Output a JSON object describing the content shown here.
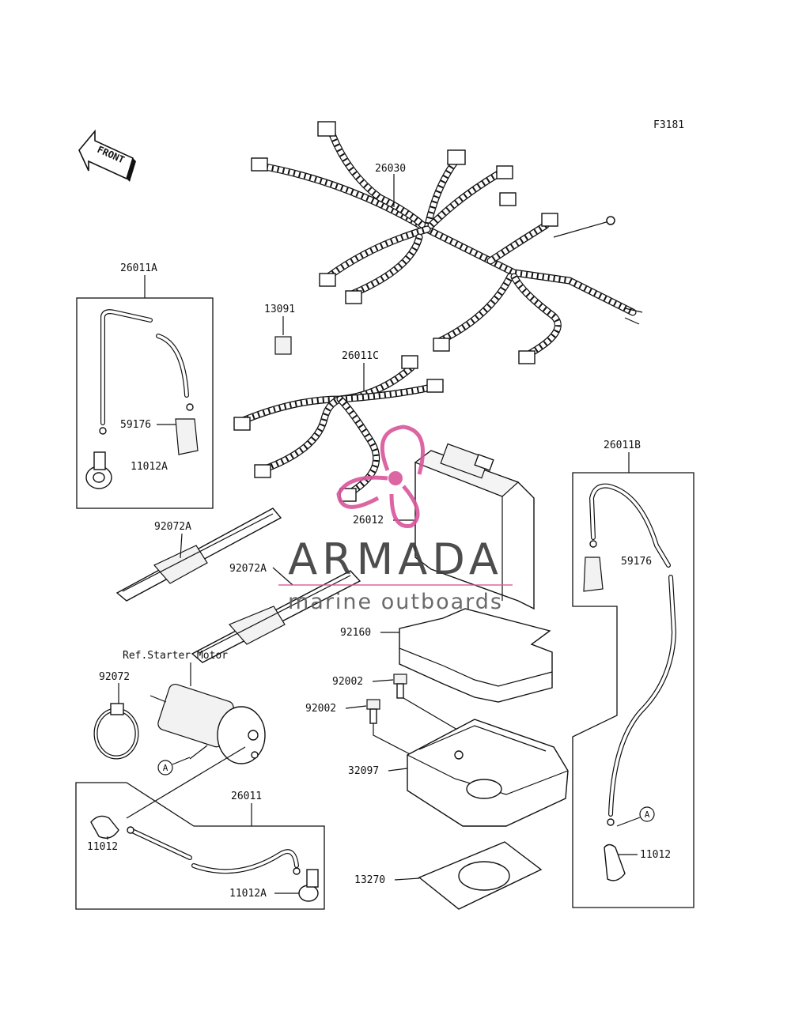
{
  "diagram": {
    "figure_code": "F3181",
    "front_marker": "FRONT",
    "reference_note": "Ref.Starter Motor",
    "callout_marker": "A",
    "parts": {
      "p26030": "26030",
      "p26011A": "26011A",
      "p13091": "13091",
      "p26011C": "26011C",
      "p59176_left": "59176",
      "p11012A_left": "11012A",
      "p26012": "26012",
      "p26011B": "26011B",
      "p59176_right": "59176",
      "p92072A_1": "92072A",
      "p92072A_2": "92072A",
      "p92160": "92160",
      "p92002_1": "92002",
      "p92002_2": "92002",
      "p92072": "92072",
      "p32097": "32097",
      "p26011": "26011",
      "p11012_left": "11012",
      "p11012A_bottom": "11012A",
      "p13270": "13270",
      "p11012_right": "11012"
    }
  },
  "watermark": {
    "brand": "ARMADA",
    "tagline": "marine outboards",
    "accent_color": "#d9559a"
  }
}
